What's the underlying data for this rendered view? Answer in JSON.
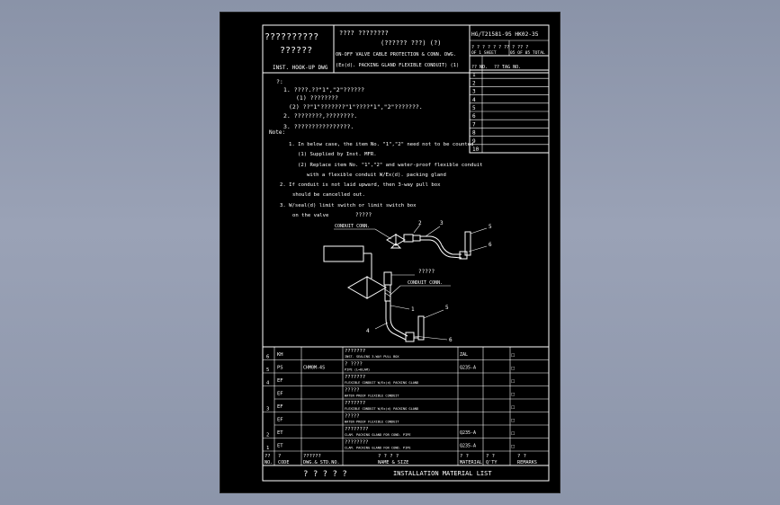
{
  "title_block": {
    "company_line1": "??????????",
    "company_line2": "??????",
    "drawing_type": "INST. HOOK-UP DWG",
    "title_q1": "????  ????????",
    "title_q2": "(??????  ???)  (?)",
    "title_line1": "ON-OFF VALVE CABLE PROTECTION & CONN. DWG.",
    "title_line2": "(Ex(d). PACKING GLAND FLEXIBLE CONDUIT)  (1)",
    "doc_no": "HG/T21581-95   HK02-35",
    "sheet_q": "?  ?  ?  ?   ?  ?  ?? ?  ?? ?",
    "sheet_label": "OF 1 SHEET",
    "rev_label": "05 OF 05 TOTAL"
  },
  "revision_table": {
    "header_no": "??  NO.",
    "header_tag": "??  TAG  NO.",
    "rows": [
      "1",
      "2",
      "3",
      "4",
      "5",
      "6",
      "7",
      "8",
      "9",
      "10"
    ]
  },
  "notes": {
    "q_title": "?:",
    "q1": "1.  ????.??\"1\",\"2\"??????",
    "q1a": "(1)  ????????",
    "q1b": "(2)  ??\"1\"???????\"1\"????\"1\",\"2\"???????.",
    "q2": "2.  ????????,????????.",
    "q3": "3.  ????????????????.",
    "note_title": "Note:",
    "n1": "1. In below case, the item No. \"1\",\"2\" need not to be counted",
    "n1a": "(1) Supplied by Inst. MFR.",
    "n1b": "(2) Replace item No. \"1\",\"2\" and water-proof flexible conduit",
    "n1c": "with a flexible conduit W/Ex(d). packing gland",
    "n2": "2. If conduit is not laid upward, then 3-way pull box",
    "n2a": "should be cancelled out.",
    "n3": "3. W/seal(d) limit switch or limit switch box",
    "n3a": "on the valve",
    "n3b": "?????"
  },
  "diagram": {
    "conduit_label_top": "CONDUIT CONN.",
    "conduit_label_main": "CONDUIT CONN.",
    "main_q_label": "?????",
    "callouts_top": [
      "2",
      "3",
      "5",
      "6"
    ],
    "callouts_main": [
      "1",
      "4",
      "5",
      "6"
    ]
  },
  "material_list": {
    "rows": [
      {
        "no": "6",
        "code": "KH",
        "spec": "",
        "name_q": "???????",
        "name_en": "INST. SEALING 3-WAY PULL BOX",
        "material": "ZAL",
        "qty": "☐"
      },
      {
        "no": "5",
        "code": "PS",
        "spec": "CHM0M-4S",
        "name_q": "?  ????",
        "name_en": "PIPE (L=BLAM)",
        "material": "Q235-A",
        "qty": "☐"
      },
      {
        "no": "4",
        "code": "EF",
        "spec": "",
        "name_q": "???????",
        "name_en": "FLEXIBLE CONDUIT W/Ex(d) PACKING GLAND",
        "material": "",
        "qty": "☐"
      },
      {
        "no": "",
        "code": "EF",
        "spec": "",
        "name_q": "?????",
        "name_en": "WATER-PROOF FLEXIBLE CONDUIT",
        "material": "",
        "qty": "☐"
      },
      {
        "no": "3",
        "code": "EF",
        "spec": "",
        "name_q": "???????",
        "name_en": "FLEXIBLE CONDUIT W/Ex(d) PACKING GLAND",
        "material": "",
        "qty": "☐"
      },
      {
        "no": "",
        "code": "EF",
        "spec": "",
        "name_q": "?????",
        "name_en": "WATER-PROOF FLEXIBLE CONDUIT",
        "material": "",
        "qty": "☐"
      },
      {
        "no": "2",
        "code": "ET",
        "spec": "",
        "name_q": "????????",
        "name_en": "CLAM. PACKING GLAND FOR COND. PIPE",
        "material": "Q235-A",
        "qty": "☐"
      },
      {
        "no": "1",
        "code": "ET",
        "spec": "",
        "name_q": "????????",
        "name_en": "CLAM. PACKING GLAND FOR COND. PIPE",
        "material": "Q235-A",
        "qty": "☐"
      }
    ],
    "header": {
      "no_q": "??",
      "no": "NO.",
      "code_q": "?",
      "code": "CODE",
      "spec_q": "??????",
      "spec": "DWG.& STD.NO.",
      "name_q": "?  ?  ?  ?",
      "name": "NAME & SIZE",
      "mat_q": "?  ?",
      "mat": "MATERIAL",
      "qty_q": "?  ?",
      "qty": "Q'TY",
      "rem_q": "?  ?",
      "rem": "REMARKS"
    },
    "footer_q": "?  ?  ?  ?  ?",
    "footer_title": "INSTALLATION  MATERIAL  LIST"
  }
}
